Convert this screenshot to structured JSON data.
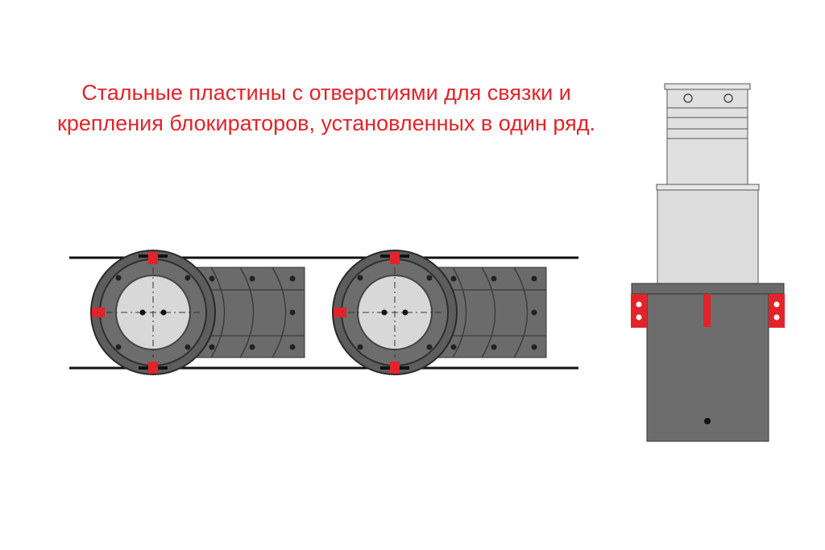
{
  "caption": {
    "line1": "Стальные пластины с отверстиями для связки и",
    "line2": "крепления блокираторов, установленных в один ряд."
  },
  "colors": {
    "caption": "#e2232a",
    "plate_red": "#e2232a",
    "steel_dark": "#6d6d6d",
    "steel_darker": "#555555",
    "steel_light": "#d8d8d8",
    "rail": "#111111"
  },
  "top_view": {
    "units": [
      {
        "name": "unit-1"
      },
      {
        "name": "unit-2"
      }
    ]
  },
  "side_view": {}
}
